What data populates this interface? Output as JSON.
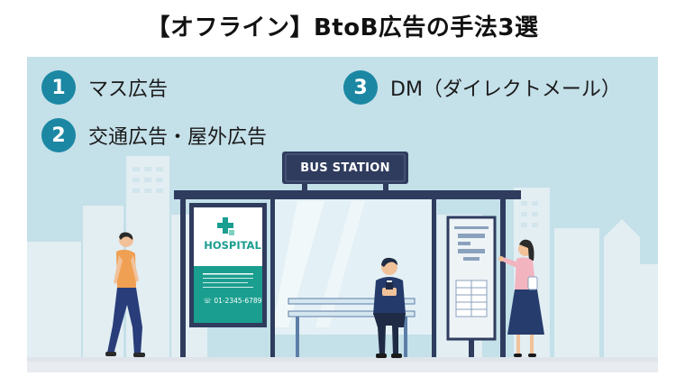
{
  "title": "【オフライン】BtoB広告の手法3選",
  "items": [
    {
      "number": "1",
      "label": "マス広告"
    },
    {
      "number": "2",
      "label": "交通広告・屋外広告"
    },
    {
      "number": "3",
      "label": "DM（ダイレクトメール）"
    }
  ],
  "illustration": {
    "sign": "BUS STATION",
    "ad_title": "HOSPITAL",
    "ad_phone": "01-2345-6789",
    "icons": [
      "medical-cross-icon",
      "phone-icon"
    ]
  },
  "colors": {
    "accent": "#1b87a3",
    "sky": "#c4e0e9",
    "shelter": "#2f3c5e",
    "ad_teal": "#1a9e8f"
  }
}
